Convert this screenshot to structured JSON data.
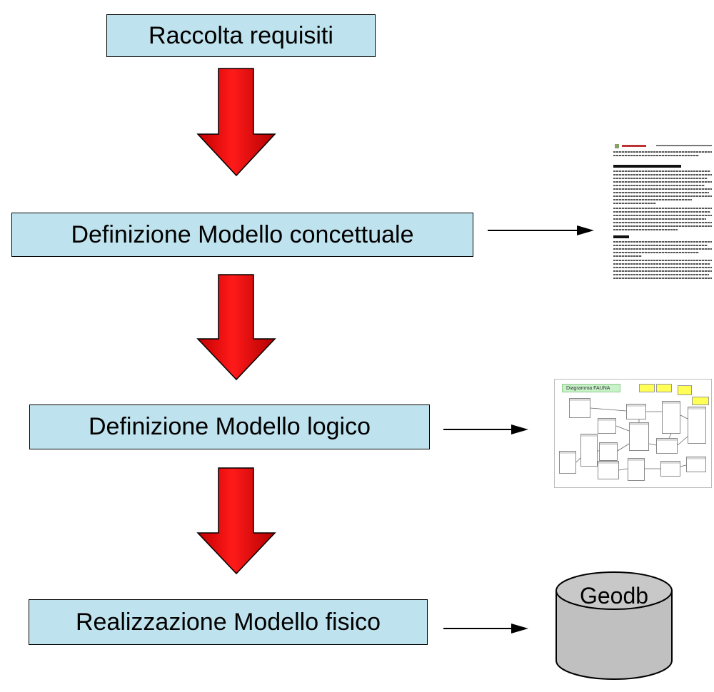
{
  "steps": [
    {
      "label": "Raccolta requisiti"
    },
    {
      "label": "Definizione Modello concettuale"
    },
    {
      "label": "Definizione Modello logico"
    },
    {
      "label": "Realizzazione Modello fisico"
    }
  ],
  "er_diagram_title": "Diagramma FAUNA",
  "database_label": "Geodb",
  "colors": {
    "box_fill": "#bfe3ee",
    "arrow_fill": "#ff0000",
    "cylinder_fill": "#c0c0c0"
  }
}
